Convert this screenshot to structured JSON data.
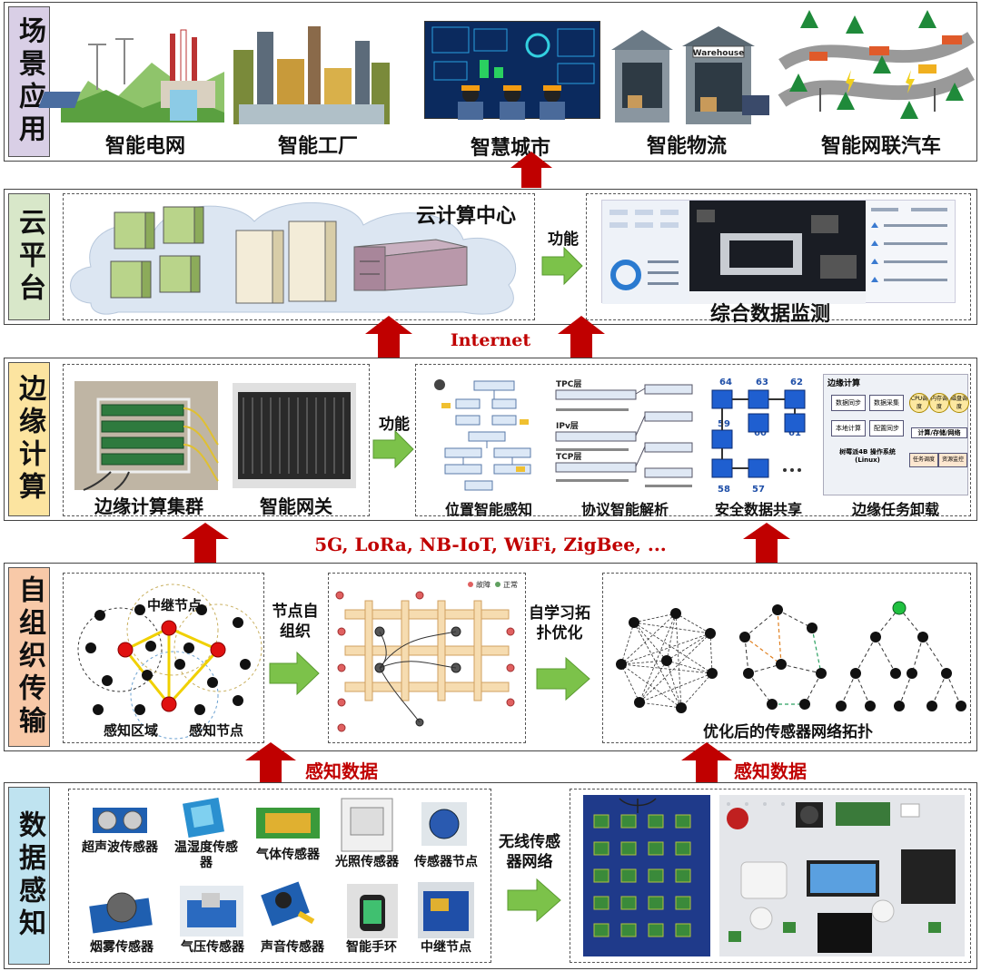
{
  "layers": {
    "scenario": {
      "tag": "场景应用",
      "items": [
        "智能电网",
        "智能工厂",
        "智慧城市",
        "智能物流",
        "智能网联汽车"
      ],
      "warehouse_sign": "Warehouse"
    },
    "cloud": {
      "tag": "云平台",
      "center": "云计算中心",
      "func": "功能",
      "monitor": "综合数据监测"
    },
    "edge": {
      "tag": "边缘计算",
      "cluster": "边缘计算集群",
      "gateway": "智能网关",
      "func": "功能",
      "functions": [
        "位置智能感知",
        "协议智能解析",
        "安全数据共享",
        "边缘任务卸载"
      ],
      "share_numbers": [
        "64",
        "63",
        "62",
        "59",
        "60",
        "61",
        "58",
        "57"
      ],
      "offload": {
        "title": "边缘计算",
        "left": [
          "数据同步",
          "本地计算",
          "树莓派4B 操作系统(Linux)"
        ],
        "mid": [
          "数据采集",
          "配置同步"
        ],
        "right_top": [
          "CPU调度",
          "内存调度",
          "磁盘调度"
        ],
        "right": [
          "计算/存储/网络",
          "任务调度",
          "资源监控"
        ]
      },
      "protocol_labels": [
        "TPC层",
        "IPv层",
        "TCP层"
      ]
    },
    "internet": "Internet",
    "protocols": "5G, LoRa, NB-IoT, WiFi, ZigBee, ...",
    "selforg": {
      "tag": "自组织传输",
      "relay": "中继节点",
      "area": "感知区域",
      "sensor_node": "感知节点",
      "step1": "节点自组织",
      "legend_fault": "故障",
      "legend_normal": "正常",
      "step2": "自学习拓扑优化",
      "optimized": "优化后的传感器网络拓扑"
    },
    "sensed_data": "感知数据",
    "sensing": {
      "tag": "数据感知",
      "sensors_row1": [
        "超声波传感器",
        "温湿度传感器",
        "气体传感器",
        "光照传感器",
        "传感器节点"
      ],
      "sensors_row2": [
        "烟雾传感器",
        "气压传感器",
        "声音传感器",
        "智能手环",
        "中继节点"
      ],
      "wsn": "无线传感器网络"
    }
  },
  "colors": {
    "arrow_red": "#c00000",
    "arrow_green": "#7cc24a",
    "tag_scenario": "#d9cfe6",
    "tag_cloud": "#d8e7c9",
    "tag_edge": "#fce4a0",
    "tag_selforg": "#f8c9a8",
    "tag_sensing": "#bfe3f0"
  }
}
